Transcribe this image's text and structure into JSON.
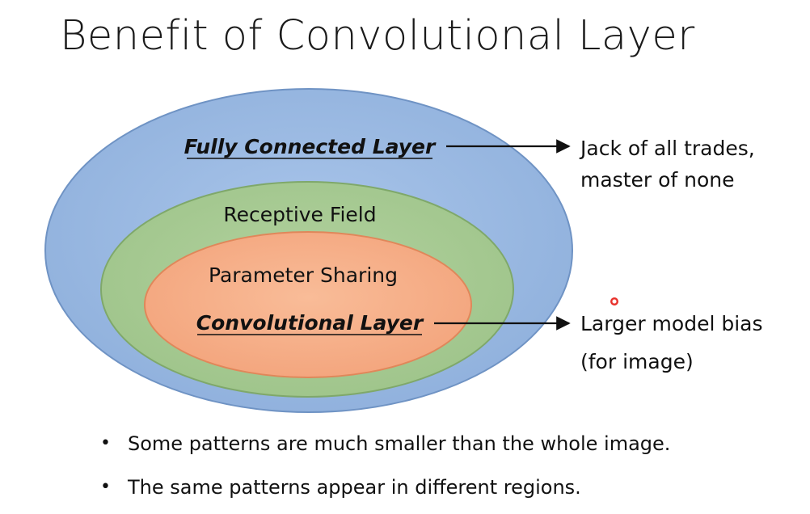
{
  "title": "Benefit of Convolutional Layer",
  "diagram": {
    "outer_label": "Fully Connected Layer",
    "middle_label": "Receptive Field",
    "inner_top_label": "Parameter Sharing",
    "inner_label": "Convolutional Layer",
    "outer_note_line1": "Jack of all trades,",
    "outer_note_line2": "master of none",
    "inner_note_line1": "Larger model bias",
    "inner_note_line2": "(for image)",
    "colors": {
      "outer_fill": "#9DBBE2",
      "middle_fill": "#A9CB94",
      "inner_fill": "#F6AE88"
    }
  },
  "bullets": [
    "Some patterns are much smaller than the whole image.",
    "The same patterns appear in different regions."
  ]
}
